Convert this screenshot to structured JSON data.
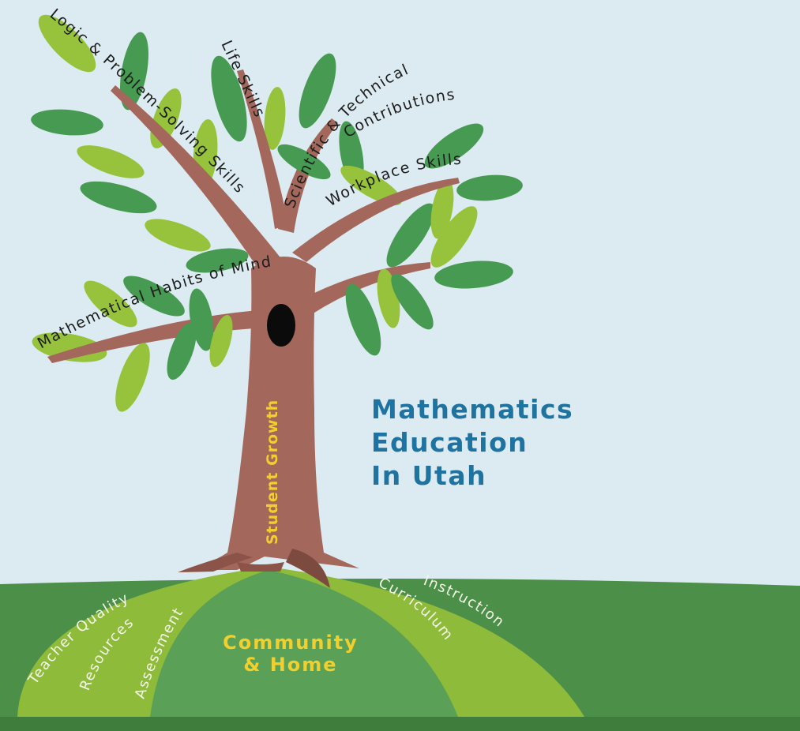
{
  "title": {
    "lines": [
      "Mathematics",
      "Education",
      "In Utah"
    ]
  },
  "trunk_label": "Student Growth",
  "branches": {
    "logic": "Logic & Problem-Solving Skills",
    "life": "Life Skills",
    "scientific": "Scientific & Technical",
    "contributions": "Contributions",
    "workplace": "Workplace Skills",
    "habits": "Mathematical Habits of Mind"
  },
  "roots": {
    "teacher_quality": "Teacher Quality",
    "resources": "Resources",
    "assessment": "Assessment",
    "curriculum": "Curriculum",
    "instruction": "Instruction"
  },
  "foundation": {
    "line1": "Community",
    "line2": "& Home"
  },
  "colors": {
    "sky": "#dcebf1",
    "ground": "#4b8f48",
    "hill_outer": "#8fbb3b",
    "hill_inner": "#5aa157",
    "trunk": "#a3675b",
    "leaf_dark": "#479a51",
    "leaf_light": "#96c33b",
    "title": "#1f73a0",
    "trunk_text": "#f2cf2c"
  }
}
